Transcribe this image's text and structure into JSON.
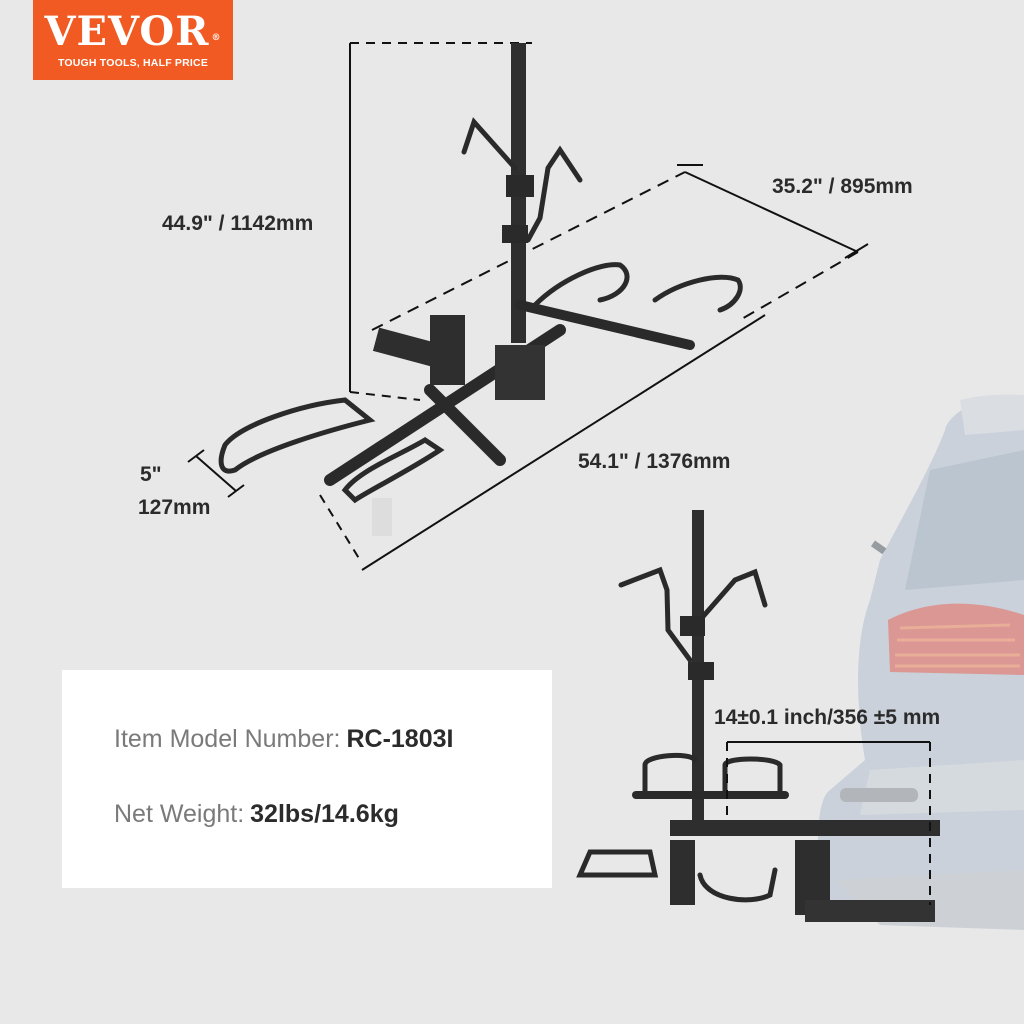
{
  "brand": {
    "name": "VEVOR",
    "registered_mark": "®",
    "tagline": "TOUGH TOOLS, HALF PRICE",
    "color": "#f15a22"
  },
  "dimensions": {
    "height": "44.9\" / 1142mm",
    "width": "35.2\" / 895mm",
    "length": "54.1\" / 1376mm",
    "tray_height_in": "5\"",
    "tray_height_mm": "127mm",
    "hitch_offset": "14±0.1 inch/356 ±5 mm"
  },
  "specs": {
    "model_label": "Item Model Number:",
    "model_value": "RC-1803I",
    "weight_label": "Net Weight:",
    "weight_value": "32lbs/14.6kg"
  },
  "images": {
    "product_main": "bike-rack-isometric",
    "product_installed": "bike-rack-on-suv-hitch",
    "vehicle": "suv-rear"
  },
  "colors": {
    "background": "#e8e8e8",
    "text_dark": "#2b2b2b",
    "text_gray": "#7a7a7a",
    "rack": "#2a2a2a"
  }
}
